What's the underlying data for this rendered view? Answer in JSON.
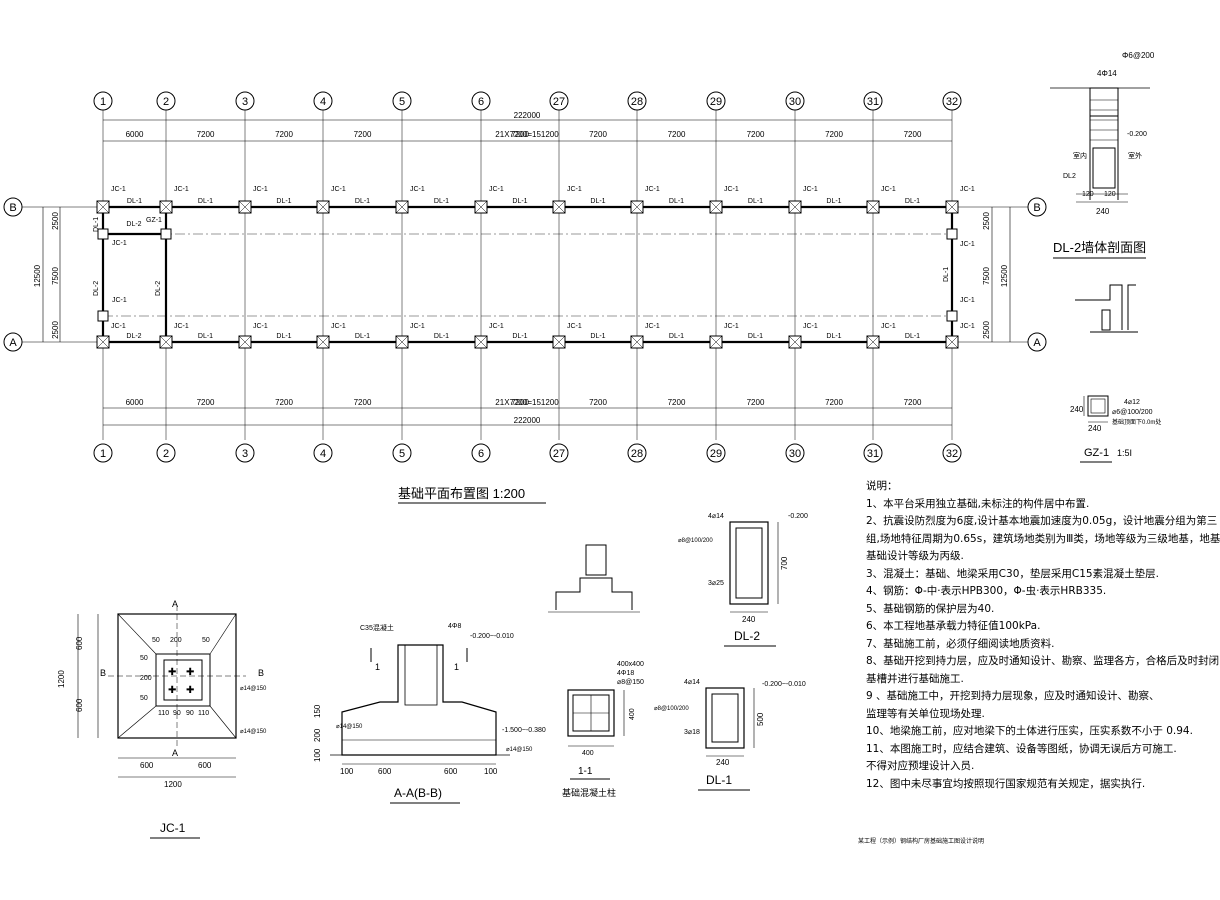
{
  "plan": {
    "title": "基础平面布置图 1:200",
    "axes": [
      "1",
      "2",
      "3",
      "4",
      "5",
      "6",
      "27",
      "28",
      "29",
      "30",
      "31",
      "32"
    ],
    "row_b": "B",
    "row_a": "A",
    "dim_total": "222000",
    "dim_middle": "21X7200=151200",
    "dim_spans": [
      "6000",
      "7200",
      "7200",
      "7200",
      "7200",
      "7200",
      "7200",
      "7200",
      "7200",
      "7200",
      "7200"
    ],
    "left_dims": [
      "2500",
      "7500",
      "2500"
    ],
    "left_total": "12500",
    "right_dims": [
      "2500",
      "7500",
      "2500"
    ],
    "right_total": "12500",
    "labels": {
      "jc1": "JC-1",
      "dl1": "DL-1",
      "dl2": "DL-2",
      "gz1": "GZ-1"
    }
  },
  "dl2_section": {
    "title": "DL-2墙体剖面图",
    "top_rebar": "4Φ14",
    "stirrup": "Φ6@200",
    "elev": "-0.200",
    "dim_a": "120",
    "dim_b": "120",
    "width": "240",
    "label": "DL2",
    "left_note": "室内",
    "right_note": "室外"
  },
  "gz_section": {
    "title": "GZ-1",
    "scale": "1:5I",
    "rebar": "4⌀12",
    "stirrup": "⌀6@100/200",
    "extra": "基础顶面下0.0m处",
    "size_a": "240",
    "size_b": "240"
  },
  "jc1": {
    "title": "JC-1",
    "dims_top": [
      "50",
      "200",
      "50"
    ],
    "dims_left": [
      "50",
      "200",
      "50"
    ],
    "rebar_note": "⌀14@150",
    "size_total": "1200",
    "half": [
      "600",
      "600"
    ],
    "col": [
      "110",
      "90",
      "90",
      "110"
    ],
    "marks": {
      "a": "A",
      "b": "B"
    }
  },
  "section_aa": {
    "title": "A-A(B-B)",
    "concrete": "C35混凝土",
    "elev_top": "-0.200~-0.010",
    "elev_bot": "-1.500~-0.380",
    "rebar_a": "⌀14@150",
    "rebar_b": "4Φ8",
    "dims": [
      "100",
      "600",
      "600",
      "100"
    ],
    "dims_v": [
      "100",
      "200",
      "150"
    ],
    "mark": "1"
  },
  "column_detail": {
    "title": "基础混凝土柱",
    "section": "1-1",
    "size": "400",
    "rebar": "4Φ18",
    "stirrup": "⌀8@150",
    "top": "400x400"
  },
  "dl2_beam": {
    "title": "DL-2",
    "top": "4⌀14",
    "stirrup": "⌀8@100/200",
    "bottom": "3⌀25",
    "height": "700",
    "width": "240",
    "elev": "-0.200"
  },
  "dl1_beam": {
    "title": "DL-1",
    "top": "4⌀14",
    "stirrup": "⌀8@100/200",
    "bottom": "3⌀18",
    "height": "500",
    "width": "240",
    "elev": "-0.200~-0.010"
  },
  "notes": [
    "说明：",
    "1、本平台采用独立基础,未标注的构件居中布置.",
    "2、抗震设防烈度为6度,设计基本地震加速度为0.05g，设计地震分组为第三",
    "组,场地特征周期为0.65s，建筑场地类别为Ⅲ类，场地等级为三级地基，地基",
    "基础设计等级为丙级.",
    "3、混凝土：基础、地梁采用C30，垫层采用C15素混凝土垫层.",
    "4、钢筋：Φ-中·表示HPB300，Φ-虫·表示HRB335.",
    "5、基础钢筋的保护层为40.",
    "6、本工程地基承载力特征值100kPa.",
    "7、基础施工前，必须仔细阅读地质资料.",
    "8、基础开挖到持力层，应及时通知设计、勘察、监理各方，合格后及时封闭",
    "   基槽并进行基础施工.",
    "9 、基础施工中，开挖到持力层现象，应及时通知设计、勘察、",
    "   监理等有关单位现场处理.",
    "10、地梁施工前，应对地梁下的土体进行压实，压实系数不小于 0.94.",
    "11、本图施工时，应结合建筑、设备等图纸，协调无误后方可施工.",
    "   不得对应预埋设计入员.",
    "12、图中未尽事宜均按照现行国家规范有关规定，据实执行."
  ],
  "footer": "某工程（示例）钢结构厂房基础施工图设计说明"
}
